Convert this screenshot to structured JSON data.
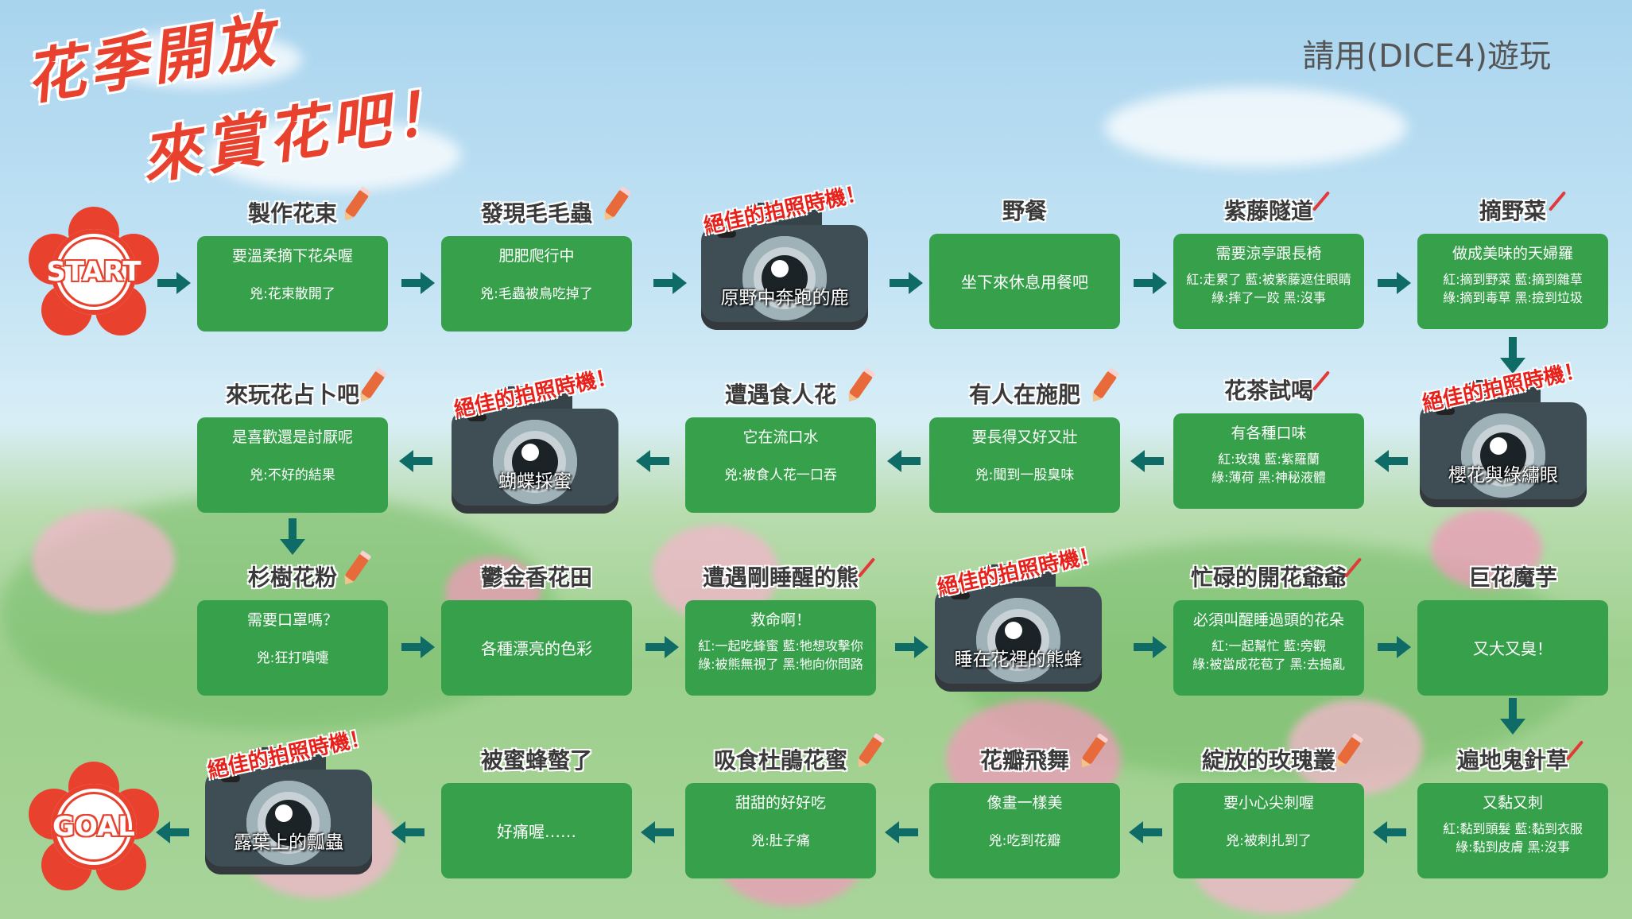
{
  "title_line1": "花季開放",
  "title_line2": "來賞花吧！",
  "dice_note": "請用(DICE4)遊玩",
  "start_label": "START",
  "goal_label": "GOAL",
  "photo_text": "絕佳的拍照時機！",
  "row1": {
    "n1": {
      "title": "製作花束",
      "line1": "要溫柔摘下花朵喔",
      "line2": "兇:花束散開了"
    },
    "n2": {
      "title": "發現毛毛蟲",
      "line1": "肥肥爬行中",
      "line2": "兇:毛蟲被鳥吃掉了"
    },
    "cam": {
      "label": "原野中奔跑的鹿"
    },
    "n4": {
      "title": "野餐",
      "line1": "坐下來休息用餐吧"
    },
    "n5": {
      "title": "紫藤隧道",
      "line1": "需要涼亭跟長椅",
      "e1": "紅:走累了 藍:被紫藤遮住眼睛",
      "e2": "綠:摔了一跤 黑:沒事"
    },
    "n6": {
      "title": "摘野菜",
      "line1": "做成美味的天婦羅",
      "e1": "紅:摘到野菜 藍:摘到雜草",
      "e2": "綠:摘到毒草 黑:撿到垃圾"
    }
  },
  "row2": {
    "n1": {
      "title": "來玩花占卜吧",
      "line1": "是喜歡還是討厭呢",
      "line2": "兇:不好的結果"
    },
    "cam": {
      "label": "蝴蝶採蜜"
    },
    "n3": {
      "title": "遭遇食人花",
      "line1": "它在流口水",
      "line2": "兇:被食人花一口吞"
    },
    "n4": {
      "title": "有人在施肥",
      "line1": "要長得又好又壯",
      "line2": "兇:聞到一股臭味"
    },
    "n5": {
      "title": "花茶試喝",
      "line1": "有各種口味",
      "e1": "紅:玫瑰 藍:紫羅蘭",
      "e2": "綠:薄荷 黑:神秘液體"
    },
    "cam2": {
      "label": "櫻花與綠繡眼"
    }
  },
  "row3": {
    "n1": {
      "title": "杉樹花粉",
      "line1": "需要口罩嗎？",
      "line2": "兇:狂打噴嚏"
    },
    "n2": {
      "title": "鬱金香花田",
      "line1": "各種漂亮的色彩"
    },
    "n3": {
      "title": "遭遇剛睡醒的熊",
      "line1": "救命啊！",
      "e1": "紅:一起吃蜂蜜 藍:牠想攻擊你",
      "e2": "綠:被熊無視了 黑:牠向你問路"
    },
    "cam": {
      "label": "睡在花裡的熊蜂"
    },
    "n5": {
      "title": "忙碌的開花爺爺",
      "line1": "必須叫醒睡過頭的花朵",
      "e1": "紅:一起幫忙 藍:旁觀",
      "e2": "綠:被當成花苞了 黑:去搗亂"
    },
    "n6": {
      "title": "巨花魔芋",
      "line1": "又大又臭！"
    }
  },
  "row4": {
    "cam": {
      "label": "露葉上的瓢蟲"
    },
    "n2": {
      "title": "被蜜蜂螫了",
      "line1": "好痛喔……"
    },
    "n3": {
      "title": "吸食杜鵑花蜜",
      "line1": "甜甜的好好吃",
      "line2": "兇:肚子痛"
    },
    "n4": {
      "title": "花瓣飛舞",
      "line1": "像畫一樣美",
      "line2": "兇:吃到花瓣"
    },
    "n5": {
      "title": "綻放的玫瑰叢",
      "line1": "要小心尖刺喔",
      "line2": "兇:被刺扎到了"
    },
    "n6": {
      "title": "遍地鬼針草",
      "line1": "又黏又刺",
      "e1": "紅:黏到頭髮 藍:黏到衣服",
      "e2": "綠:黏到皮膚 黑:沒事"
    }
  },
  "colors": {
    "card": "#36a04a",
    "arrow": "#0f6b66",
    "title_red": "#e8412e",
    "photo_red": "#e8201a"
  }
}
